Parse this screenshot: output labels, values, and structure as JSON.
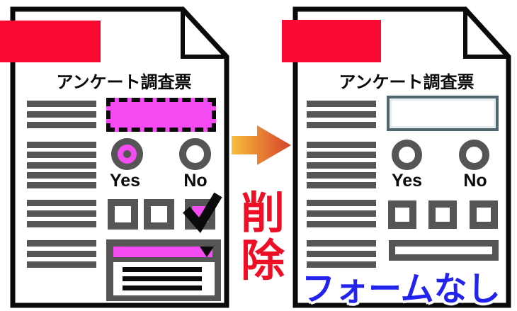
{
  "diagram": {
    "before": {
      "title": "アンケート調査票",
      "yes_label": "Yes",
      "no_label": "No"
    },
    "after": {
      "title": "アンケート調査票",
      "yes_label": "Yes",
      "no_label": "No",
      "caption": "フォームなし"
    },
    "action_label": "削除"
  },
  "icons": {
    "arrow": "right-arrow",
    "checkbox_check": "check-mark",
    "dropdown": "triangle-down",
    "page_fold": "dog-ear-corner"
  },
  "colors": {
    "ink": "#0a0a0a",
    "gray": "#555555",
    "magenta": "#f44cf2",
    "banner_red": "#fa0a32",
    "action_red": "#ee0f26",
    "caption_blue": "#2323ef",
    "field_border_slate": "#50666f",
    "arrow_start": "#f6be3d",
    "arrow_end": "#d7402a"
  }
}
